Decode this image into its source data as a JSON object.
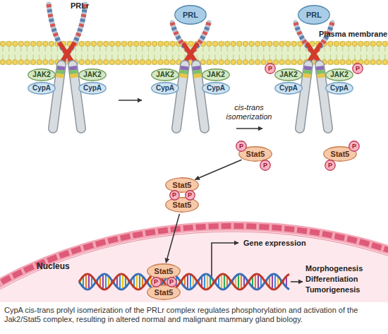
{
  "diagram": {
    "caption": "CypA cis-trans prolyl isomerization of the PRLr complex regulates phosphorylation and activation of the Jak2/Stat5 complex, resulting in altered normal and malignant mammary gland biology.",
    "nodes": [
      {
        "text": [
          "PRL"
        ]
      },
      {
        "text": [
          "PRL"
        ]
      },
      {
        "text": [
          "P"
        ]
      },
      {
        "text": [
          "P"
        ]
      },
      {
        "text": [
          "JAK2"
        ]
      },
      {
        "text": [
          "JAK2"
        ]
      },
      {
        "text": [
          "JAK2"
        ]
      },
      {
        "text": [
          "JAK2"
        ]
      },
      {
        "text": [
          "JAK2"
        ]
      },
      {
        "text": [
          "JAK2"
        ]
      },
      {
        "text": [
          "CypA"
        ]
      },
      {
        "text": [
          "CypA"
        ]
      },
      {
        "text": [
          "CypA"
        ]
      },
      {
        "text": [
          "CypA"
        ]
      },
      {
        "text": [
          "CypA"
        ]
      },
      {
        "text": [
          "CypA"
        ]
      },
      {
        "text": [
          "Stat5"
        ]
      },
      {
        "text": [
          "Stat5"
        ]
      },
      {
        "text": [
          "P"
        ]
      },
      {
        "text": [
          "P"
        ]
      },
      {
        "text": [
          "P"
        ]
      },
      {
        "text": [
          "P"
        ]
      },
      {
        "text": [
          "Stat5"
        ]
      },
      {
        "text": [
          "P"
        ]
      },
      {
        "text": [
          "P"
        ]
      },
      {
        "text": [
          "Stat5"
        ]
      },
      {
        "text": [
          "Stat5"
        ]
      },
      {
        "text": [
          "P"
        ]
      },
      {
        "text": [
          "P"
        ]
      },
      {
        "text": [
          "Stat5"
        ]
      }
    ],
    "edges": [
      {
        "from": 16,
        "to": 22,
        "arrow": "to"
      },
      {
        "from": 25,
        "to": 26,
        "arrow": "to"
      }
    ],
    "labels": [
      "PRLr",
      "Plasma membrane",
      "cis-trans isomerization",
      "Nucleus",
      "Gene expression",
      "Morphogenesis",
      "Differentiation",
      "Tumorigenesis"
    ]
  }
}
